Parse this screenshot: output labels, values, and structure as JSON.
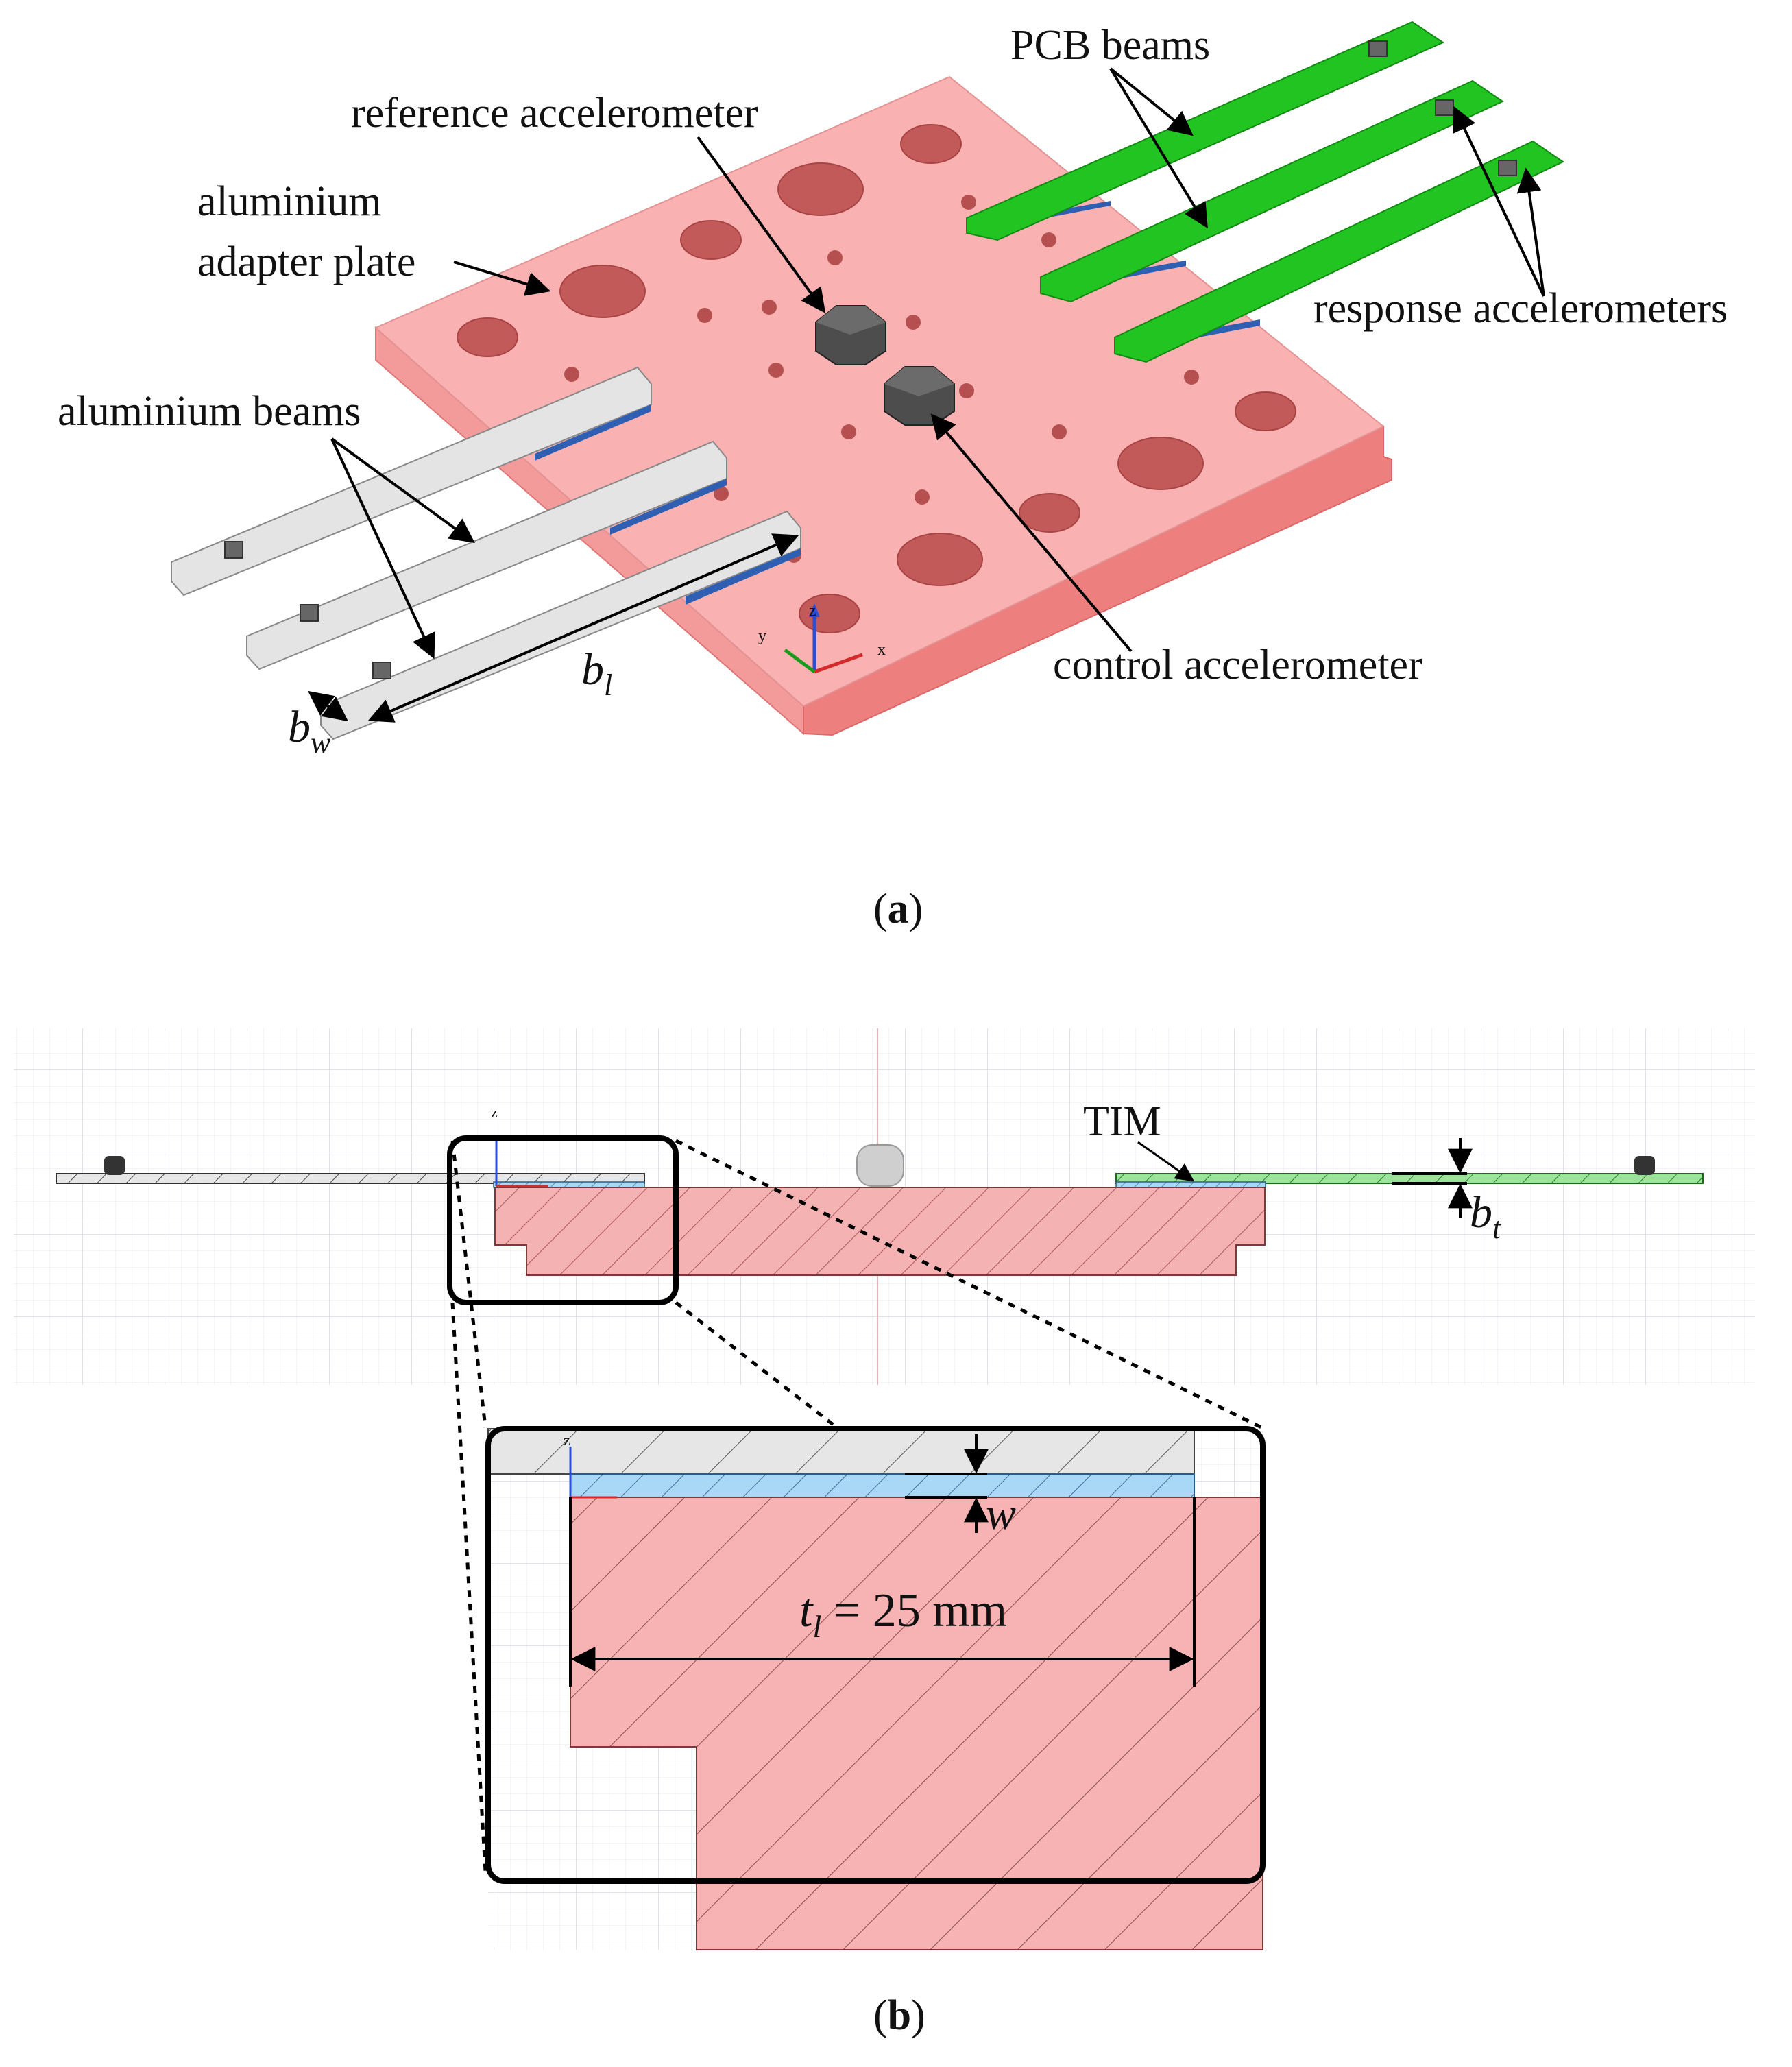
{
  "panel_a": {
    "caption_open": "(",
    "caption_letter": "a",
    "caption_close": ")",
    "labels": {
      "pcb_beams": "PCB beams",
      "reference_accelerometer": "reference accelerometer",
      "aluminium_line1": "aluminium",
      "aluminium_line2": "adapter plate",
      "aluminium_beams": "aluminium beams",
      "response_accelerometers": "response accelerometers",
      "control_accelerometer": "control accelerometer",
      "bl_base": "b",
      "bl_sub": "l",
      "bw_base": "b",
      "bw_sub": "w"
    },
    "axis_labels": {
      "x": "x",
      "y": "y",
      "z": "z"
    }
  },
  "panel_b": {
    "caption_open": "(",
    "caption_letter": "b",
    "caption_close": ")",
    "labels": {
      "tim": "TIM",
      "bt_base": "b",
      "bt_sub": "t",
      "w": "w",
      "tl_base": "t",
      "tl_sub": "l",
      "tl_value": " = 25 mm"
    },
    "axis_labels": {
      "z": "z"
    }
  },
  "colors": {
    "adapter_plate": "#f5a8a8",
    "adapter_side": "#ec8585",
    "pcb_beam": "#1fc21f",
    "aluminium_beam": "#e4e4e4",
    "tim": "#a8d8f5",
    "accelerometer": "#555555"
  }
}
